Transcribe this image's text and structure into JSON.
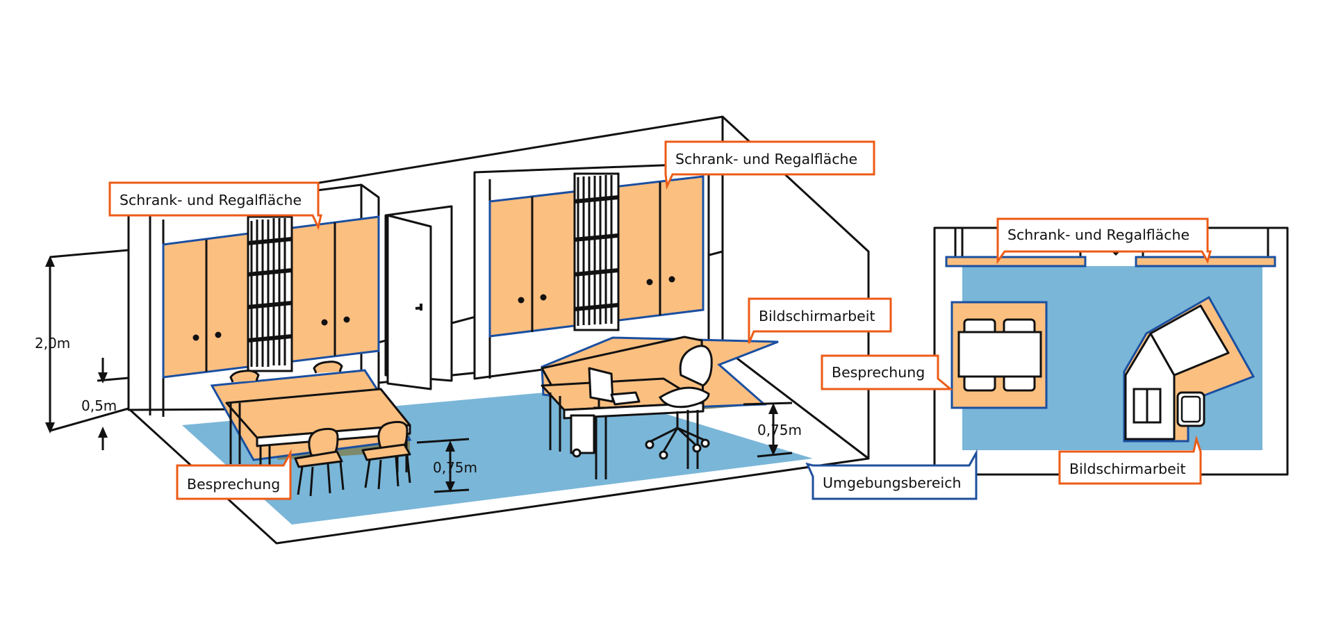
{
  "labels": {
    "schrank_left": "Schrank- und Regalfläche",
    "schrank_mid": "Schrank- und Regalfläche",
    "schrank_plan": "Schrank- und Regalfläche",
    "bildschirm_3d": "Bildschirmarbeit",
    "bildschirm_plan": "Bildschirmarbeit",
    "besprechung_3d": "Besprechung",
    "besprechung_plan": "Besprechung",
    "umgebung": "Umgebungsbereich"
  },
  "dimensions": {
    "height_total": "2,0m",
    "height_low": "0,5m",
    "table_left": "0,75m",
    "table_right": "0,75m"
  },
  "colors": {
    "work_area": "#fbbf80",
    "surrounding_area": "#7ab6d8",
    "label_border_orange": "#ec5b16",
    "label_border_blue": "#1e4f9c",
    "outline_blue": "#1a4fa0",
    "floor_overlap": "#7e8a6c"
  }
}
